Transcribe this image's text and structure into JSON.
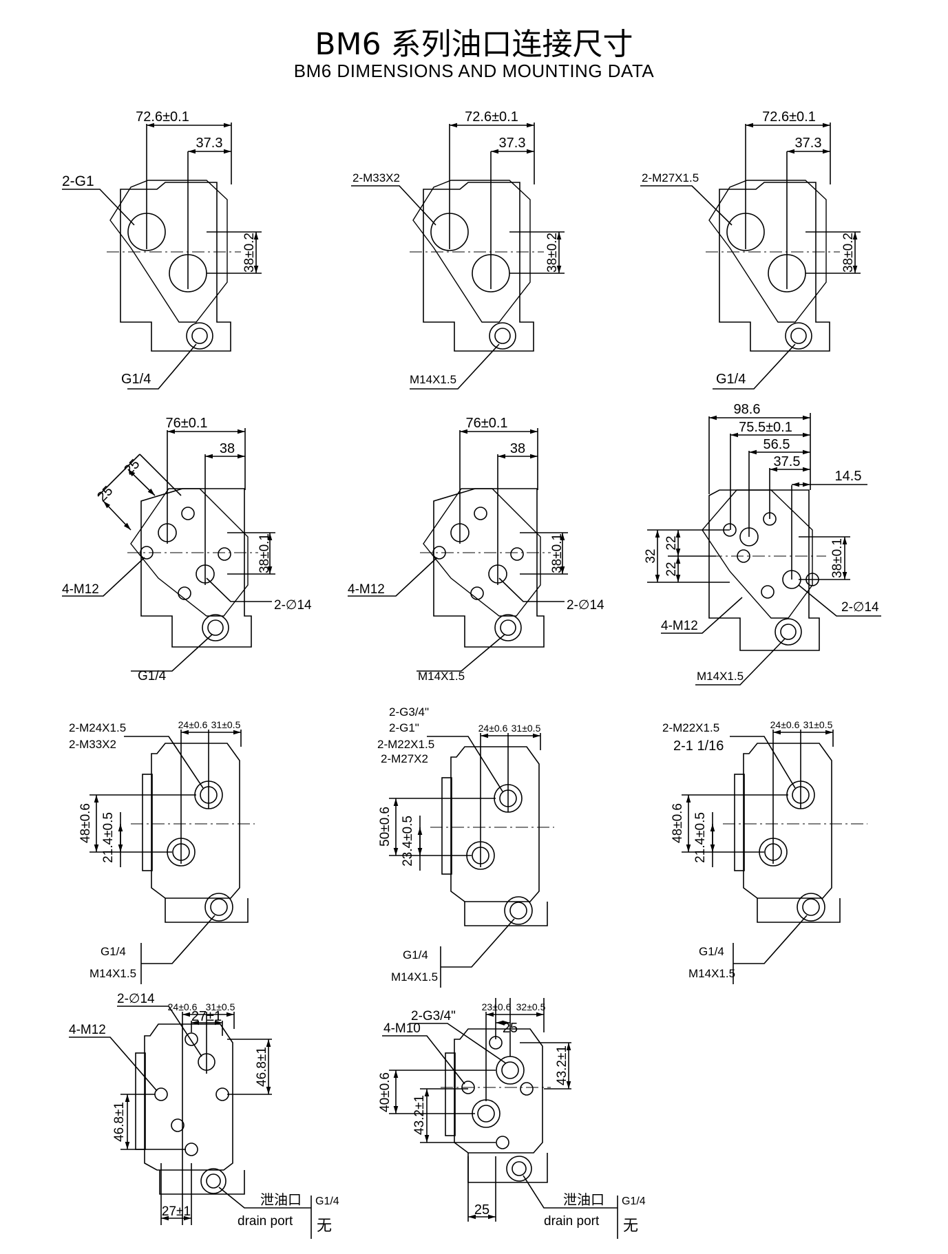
{
  "header": {
    "title": "BM6 系列油口连接尺寸",
    "subtitle": "BM6 DIMENSIONS AND MOUNTING DATA"
  },
  "views": [
    {
      "id": "r1c1",
      "dims": [
        "72.6±0.1",
        "37.3",
        "38±0.2"
      ],
      "port": "2-G1",
      "drain": "G1/4"
    },
    {
      "id": "r1c2",
      "dims": [
        "72.6±0.1",
        "37.3",
        "38±0.2"
      ],
      "port": "2-M33X2",
      "drain": "M14X1.5"
    },
    {
      "id": "r1c3",
      "dims": [
        "72.6±0.1",
        "37.3",
        "38±0.2"
      ],
      "port": "2-M27X1.5",
      "drain": "G1/4"
    },
    {
      "id": "r2c1",
      "dims": [
        "76±0.1",
        "38",
        "25",
        "25",
        "38±0.1"
      ],
      "bolts": "4-M12",
      "holes": "2-∅14",
      "drain": "G1/4"
    },
    {
      "id": "r2c2",
      "dims": [
        "76±0.1",
        "38",
        "38±0.1"
      ],
      "bolts": "4-M12",
      "holes": "2-∅14",
      "drain": "M14X1.5"
    },
    {
      "id": "r2c3",
      "dims": [
        "98.6",
        "75.5±0.1",
        "56.5",
        "37.5",
        "14.5",
        "22",
        "22",
        "32",
        "38±0.1"
      ],
      "bolts": "4-M12",
      "holes": "2-∅14",
      "drain": "M14X1.5"
    },
    {
      "id": "r3c1",
      "dims": [
        "24±0.6",
        "31±0.5",
        "48±0.6",
        "21.4±0.5"
      ],
      "ports": [
        "2-M24X1.5",
        "2-M33X2"
      ],
      "drain": [
        "G1/4",
        "M14X1.5"
      ]
    },
    {
      "id": "r3c2",
      "dims": [
        "24±0.6",
        "31±0.5",
        "50±0.6",
        "23.4±0.5"
      ],
      "ports": [
        "2-G3/4\"",
        "2-G1\"",
        "2-M22X1.5",
        "2-M27X2"
      ],
      "drain": [
        "G1/4",
        "M14X1.5"
      ]
    },
    {
      "id": "r3c3",
      "dims": [
        "24±0.6",
        "31±0.5",
        "48±0.6",
        "21.4±0.5"
      ],
      "ports": [
        "2-M22X1.5",
        "2-1 1/16"
      ],
      "drain": [
        "G1/4",
        "M14X1.5"
      ]
    },
    {
      "id": "r4c1",
      "dims": [
        "24±0.6",
        "31±0.5",
        "27±1",
        "46.8±1",
        "46.8±1",
        "27±1"
      ],
      "holes": "2-∅14",
      "bolts": "4-M12",
      "drain_cn": "泄油口",
      "drain_en": "drain port",
      "drain_a": "G1/4",
      "drain_b": "无"
    },
    {
      "id": "r4c2",
      "dims": [
        "23±0.6",
        "32±0.5",
        "25",
        "43.2±1",
        "40±0.6",
        "43.2±1",
        "25"
      ],
      "ports": "2-G3/4\"",
      "bolts": "4-M10",
      "drain_cn": "泄油口",
      "drain_en": "drain port",
      "drain_a": "G1/4",
      "drain_b": "无"
    }
  ]
}
